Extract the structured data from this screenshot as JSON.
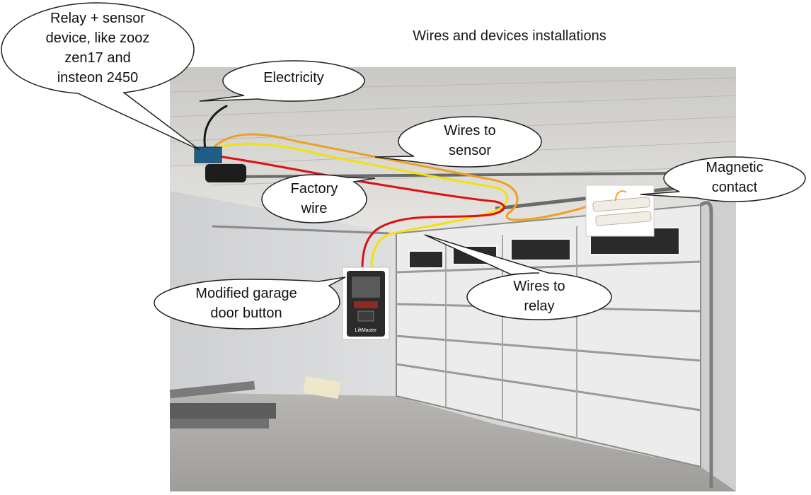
{
  "title": "Wires and devices installations",
  "callouts": {
    "relay_device": [
      "Relay + sensor",
      "device, like zooz",
      "zen17 and",
      "insteon 2450"
    ],
    "electricity": [
      "Electricity"
    ],
    "wires_to_sensor": [
      "Wires to",
      "sensor"
    ],
    "factory_wire": [
      "Factory",
      "wire"
    ],
    "magnetic_contact": [
      "Magnetic",
      "contact"
    ],
    "modified_button": [
      "Modified garage",
      "door button"
    ],
    "wires_to_relay": [
      "Wires to",
      "relay"
    ]
  },
  "button_brand": "LiftMaster",
  "colors": {
    "wire_red": "#e01010",
    "wire_yellow": "#f2e20a",
    "wire_orange": "#f0a020",
    "relay_box": "#1f5f86",
    "callout_stroke": "#222222"
  }
}
